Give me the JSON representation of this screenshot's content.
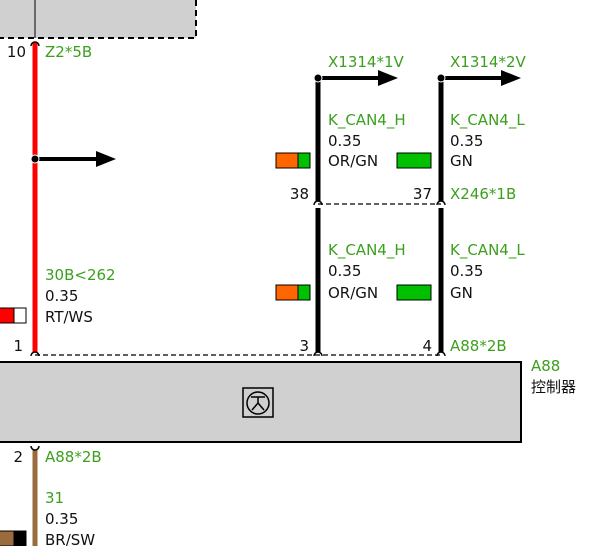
{
  "colors": {
    "wire_red": "#ff0000",
    "wire_black": "#000000",
    "wire_brown": "#9a6b3c",
    "label_green": "#3ca01e",
    "or_orange": "#ff6600",
    "gn_green": "#00c000",
    "box_fill": "#d0d0d0"
  },
  "top_left": {
    "pin": "10",
    "connector": "Z2*5B"
  },
  "left_wire": {
    "signal": "30B<262",
    "size": "0.35",
    "color": "RT/WS",
    "pin": "1"
  },
  "bottom_wire": {
    "pin": "2",
    "connector": "A88*2B",
    "signal": "31",
    "size": "0.35",
    "color": "BR/SW"
  },
  "column_h": {
    "dest": "X1314*1V",
    "upper": {
      "signal": "K_CAN4_H",
      "size": "0.35",
      "color": "OR/GN",
      "pin": "38"
    },
    "lower": {
      "signal": "K_CAN4_H",
      "size": "0.35",
      "color": "OR/GN",
      "pin": "3"
    }
  },
  "column_l": {
    "dest": "X1314*2V",
    "upper": {
      "signal": "K_CAN4_L",
      "size": "0.35",
      "color": "GN",
      "pin": "37",
      "connector": "X246*1B"
    },
    "lower": {
      "signal": "K_CAN4_L",
      "size": "0.35",
      "color": "GN",
      "pin": "4",
      "connector": "A88*2B"
    }
  },
  "module": {
    "id": "A88",
    "name": "控制器",
    "icon": "transistor-symbol-icon"
  }
}
